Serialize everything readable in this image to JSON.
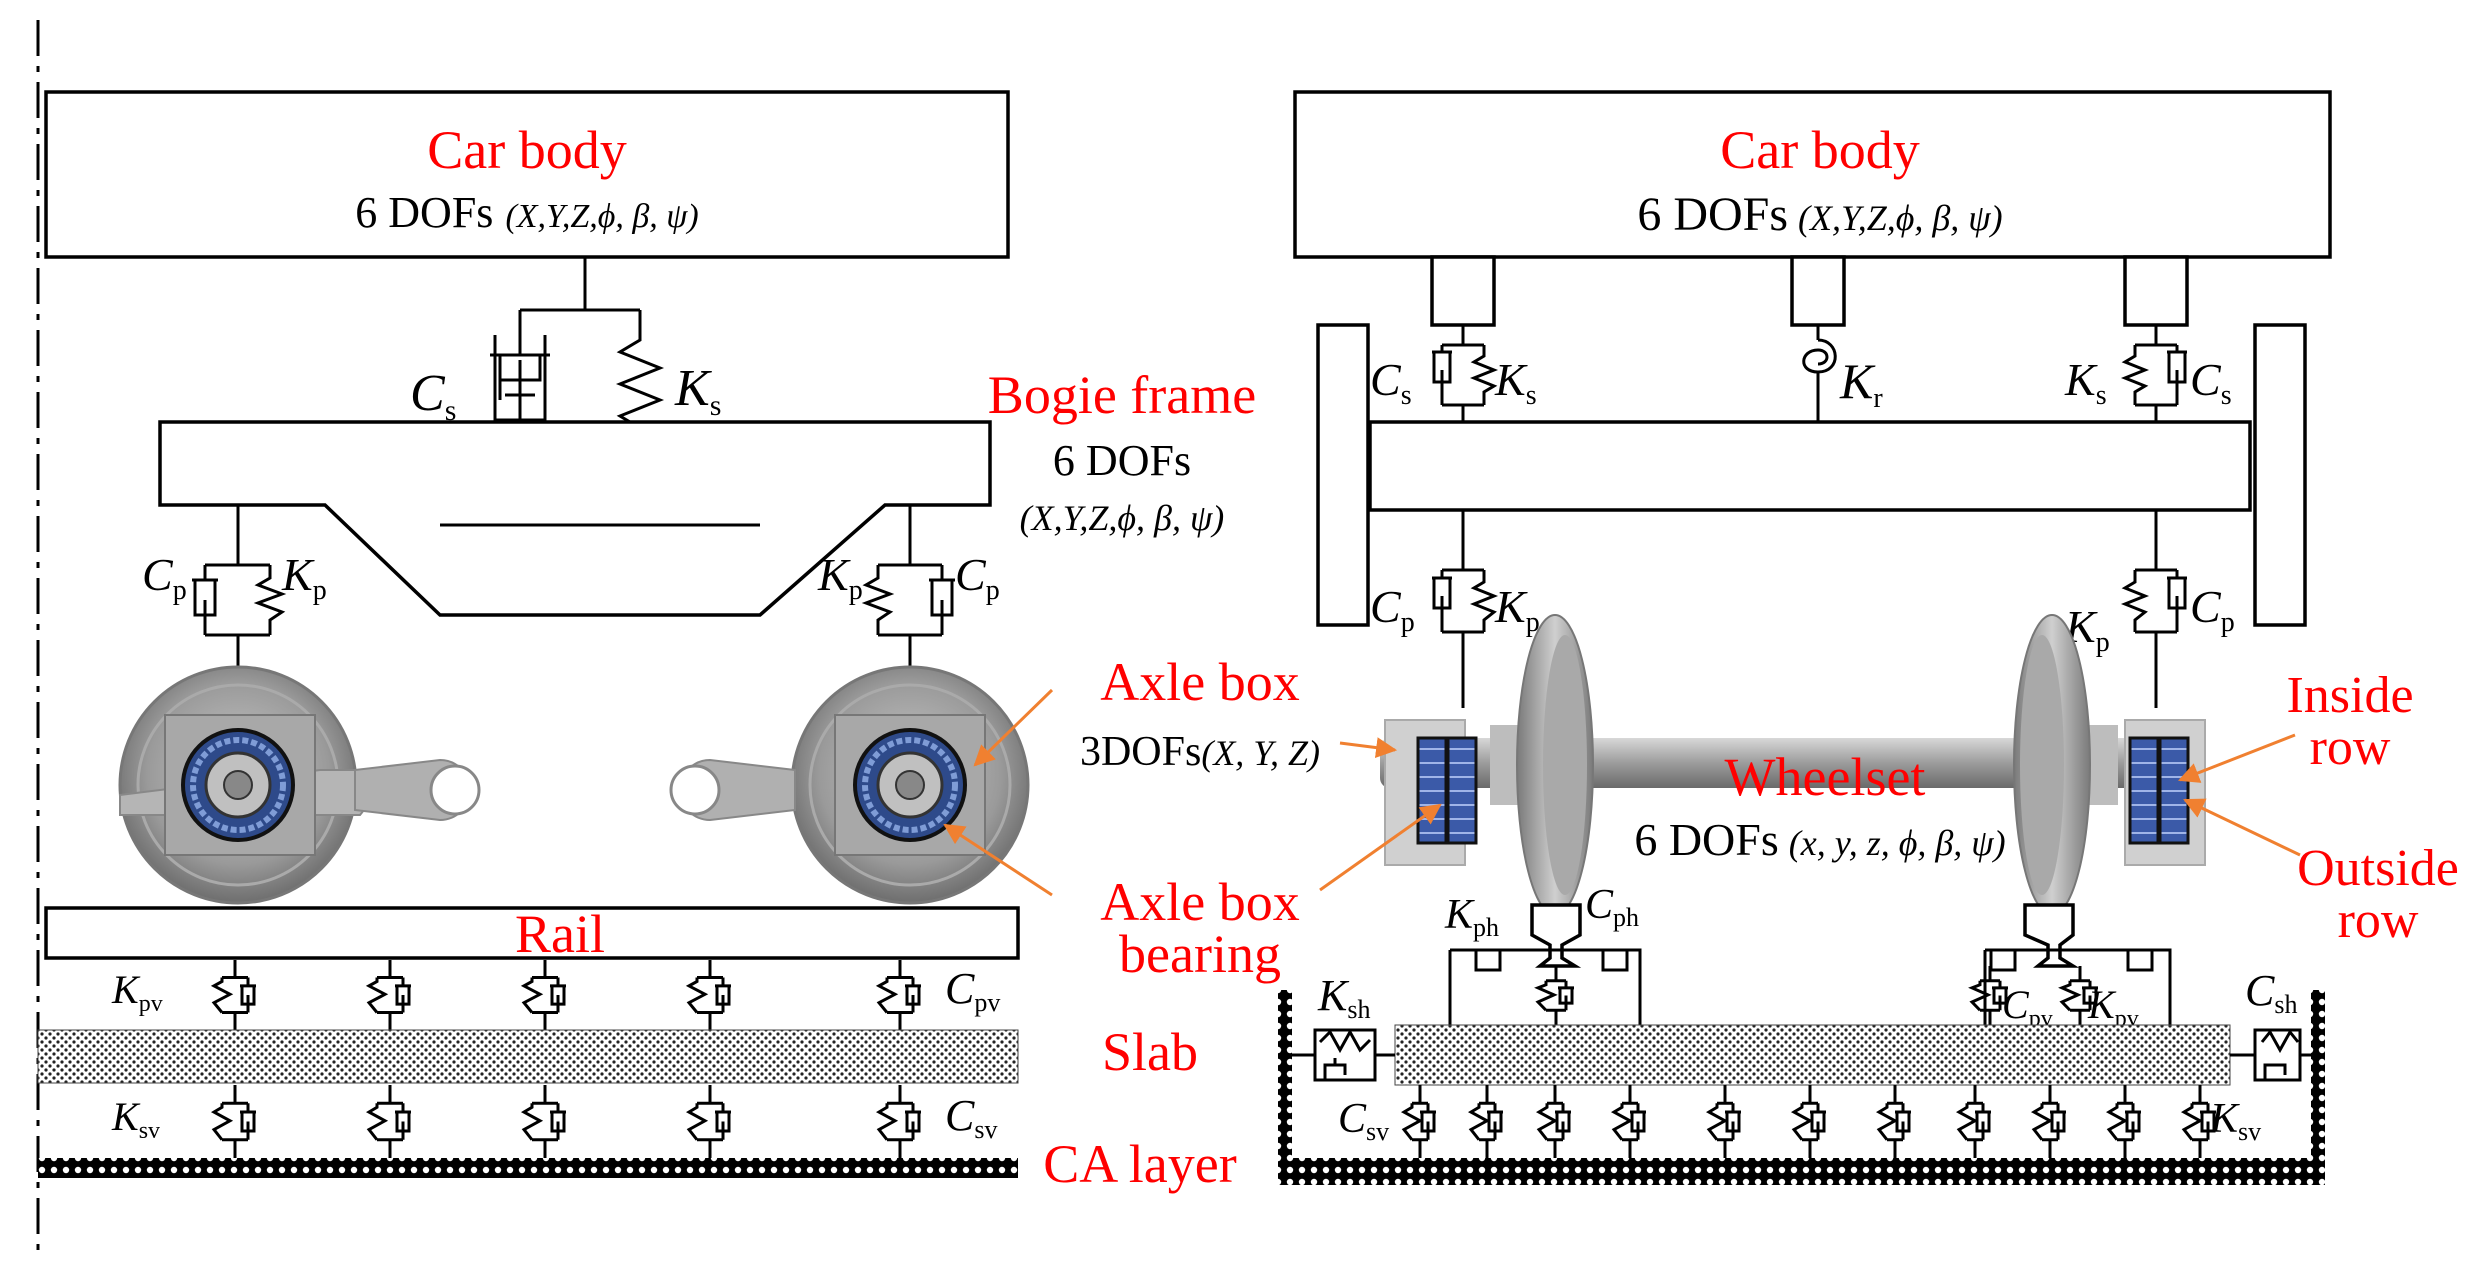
{
  "left": {
    "car_body": {
      "title": "Car body",
      "dofs_label": "6 DOFs",
      "dofs_vars": "(X,Y,Z,ϕ, β, ψ)"
    },
    "secondary": {
      "damper": "C",
      "damper_sub": "s",
      "spring": "K",
      "spring_sub": "s"
    },
    "primary_left": {
      "damper": "C",
      "damper_sub": "p",
      "spring": "K",
      "spring_sub": "p"
    },
    "primary_right": {
      "spring": "K",
      "spring_sub": "p",
      "damper": "C",
      "damper_sub": "p"
    },
    "rail": "Rail",
    "rail_pad": {
      "spring": "K",
      "spring_sub": "pv",
      "damper": "C",
      "damper_sub": "pv"
    },
    "slab": "Slab",
    "ca": {
      "spring": "K",
      "spring_sub": "sv",
      "damper": "C",
      "damper_sub": "sv"
    },
    "ca_layer": "CA layer"
  },
  "right": {
    "car_body": {
      "title": "Car body",
      "dofs_label": "6 DOFs",
      "dofs_vars": "(X,Y,Z,ϕ, β, ψ)"
    },
    "bogie": {
      "title": "Bogie frame",
      "dofs_label": "6 DOFs",
      "dofs_vars": "(X,Y,Z,ϕ, β, ψ)"
    },
    "secondary_left": {
      "damper": "C",
      "damper_sub": "s",
      "spring": "K",
      "spring_sub": "s"
    },
    "roll": {
      "spring": "K",
      "spring_sub": "r"
    },
    "secondary_right": {
      "spring": "K",
      "spring_sub": "s",
      "damper": "C",
      "damper_sub": "s"
    },
    "primary_left": {
      "damper": "C",
      "damper_sub": "p",
      "spring": "K",
      "spring_sub": "p"
    },
    "primary_right": {
      "spring": "K",
      "spring_sub": "p",
      "damper": "C",
      "damper_sub": "p"
    },
    "axle_box": {
      "title": "Axle box",
      "dofs": "3DOFs",
      "dofs_vars": "(X, Y, Z)"
    },
    "axle_box_bearing": {
      "line1": "Axle box",
      "line2": "bearing"
    },
    "wheelset": {
      "title": "Wheelset",
      "dofs_label": "6 DOFs",
      "dofs_vars": "(x, y, z, ϕ, β, ψ)"
    },
    "inside_row": {
      "line1": "Inside",
      "line2": "row"
    },
    "outside_row": {
      "line1": "Outside",
      "line2": "row"
    },
    "rail_lateral": {
      "spring": "K",
      "spring_sub": "ph",
      "damper": "C",
      "damper_sub": "ph"
    },
    "rail_vertical": {
      "damper": "C",
      "damper_sub": "pv",
      "spring": "K",
      "spring_sub": "pv"
    },
    "slab_lateral_left": {
      "spring": "K",
      "spring_sub": "sh"
    },
    "slab_lateral_right": {
      "damper": "C",
      "damper_sub": "sh"
    },
    "ca": {
      "damper": "C",
      "damper_sub": "sv",
      "spring": "K",
      "spring_sub": "sv"
    }
  },
  "colors": {
    "label": "#ff0000",
    "bearing": "#2e4a8a",
    "wheel": "#8c8c8c",
    "arrow": "#f08030"
  }
}
